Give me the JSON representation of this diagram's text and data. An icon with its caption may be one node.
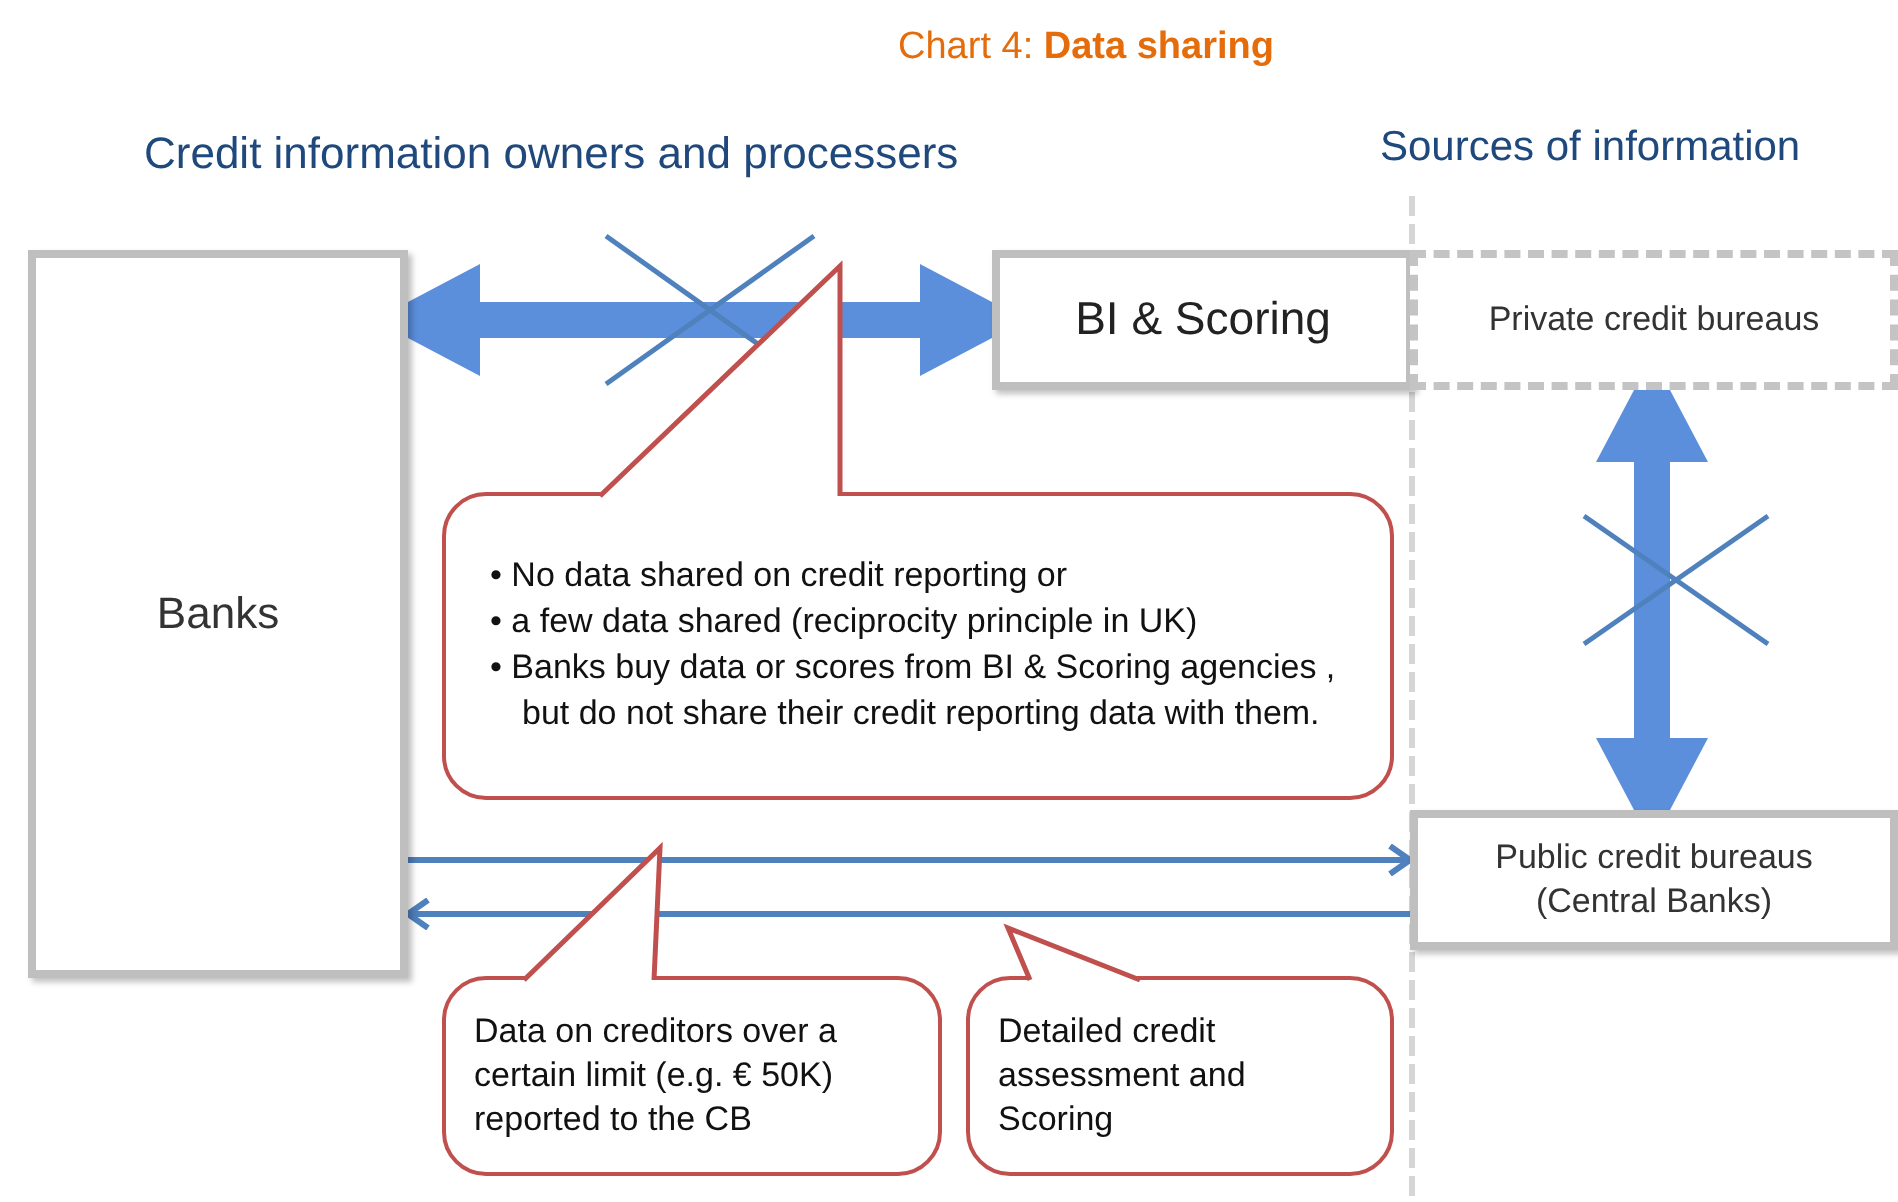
{
  "diagram": {
    "title": "Chart 4: **Data sharing**",
    "nodes": [
      {
        "text": [
          "Banks"
        ]
      },
      {
        "text": [
          "BI & Scoring"
        ]
      },
      {
        "text": [
          "Private credit bureaus"
        ]
      },
      {
        "text": [
          "Public credit bureaus (Central Banks)"
        ]
      },
      {
        "text": [
          "• No data shared on credit reporting or",
          "• a few data shared (reciprocity principle in UK)",
          "• Banks buy data or  scores from BI & Scoring agencies , but do not share their credit reporting data with them."
        ]
      },
      {
        "text": [
          "Data on creditors over a certain limit (e.g. € 50K) reported to the CB"
        ]
      },
      {
        "text": [
          "Detailed credit assessment and Scoring"
        ]
      }
    ],
    "edges": [
      {
        "from": 0,
        "to": 1,
        "arrow": "both",
        "style": "thick"
      },
      {
        "from": 2,
        "to": 3,
        "arrow": "both",
        "style": "thick"
      },
      {
        "from": 0,
        "to": 3,
        "arrow": "to"
      },
      {
        "from": 3,
        "to": 0,
        "arrow": "to"
      }
    ],
    "labels": [
      "Credit information owners and processers",
      "Sources of information"
    ]
  }
}
